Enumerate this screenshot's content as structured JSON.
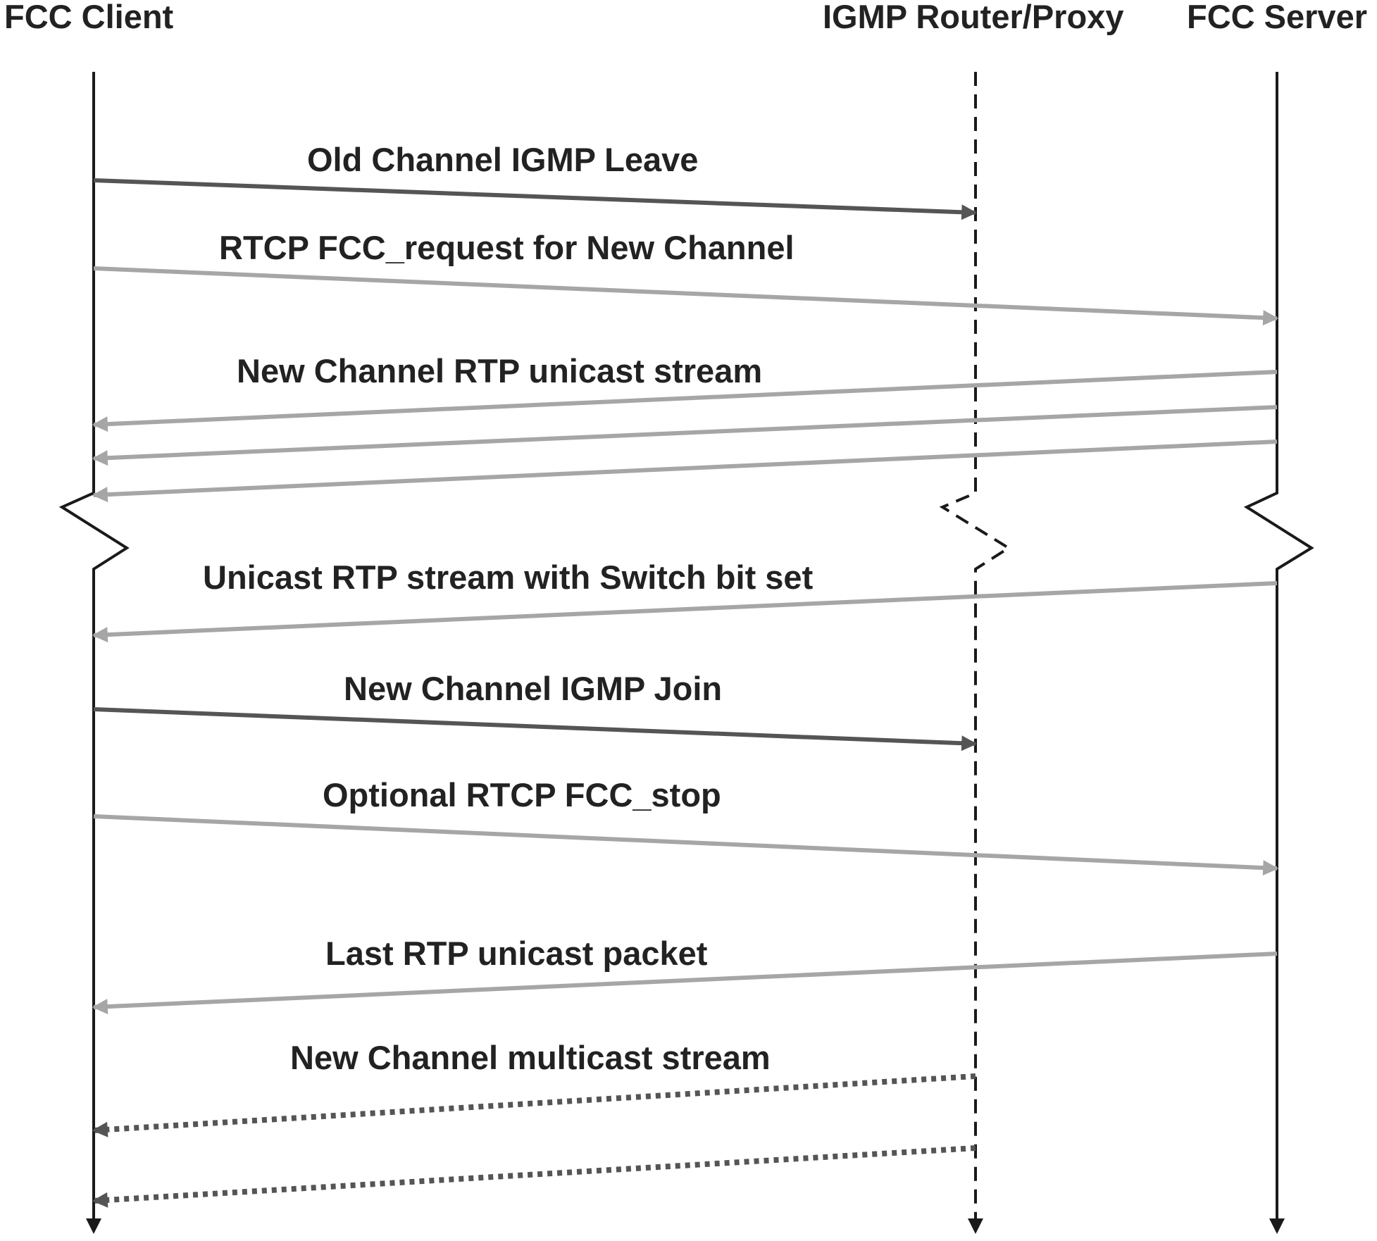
{
  "participants": {
    "client": "FCC Client",
    "router": "IGMP Router/Proxy",
    "server": "FCC Server"
  },
  "colors": {
    "lifeline": "#1a1a1a",
    "control": "#555555",
    "unicast": "#a6a6a6",
    "multicast": "#555555",
    "text": "#222222"
  },
  "messages": {
    "leave": "Old Channel IGMP Leave",
    "fcc_request": "RTCP FCC_request for New Channel",
    "unicast_stream": "New Channel RTP unicast stream",
    "switch_bit": "Unicast RTP stream with Switch bit set",
    "join": "New Channel IGMP Join",
    "fcc_stop": "Optional RTCP FCC_stop",
    "last_unicast": "Last RTP unicast packet",
    "multicast_stream": "New Channel multicast stream"
  }
}
